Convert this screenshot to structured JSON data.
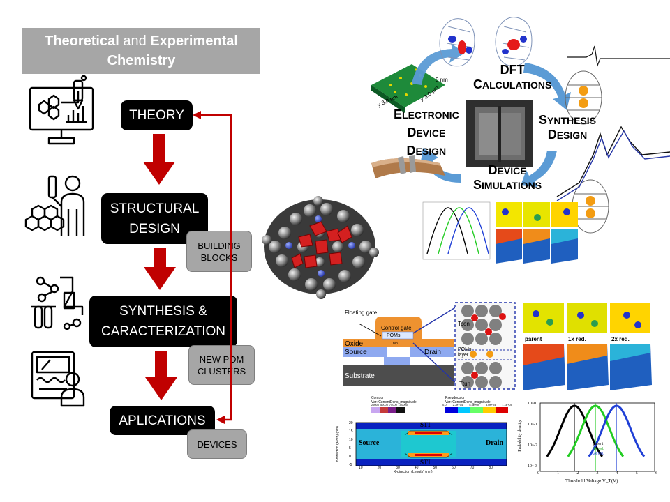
{
  "title": {
    "bold1": "Theoretical",
    "mid": "and",
    "bold2": "Experimental",
    "line2": "Chemistry"
  },
  "stages": [
    {
      "id": "theory",
      "label": "THEORY"
    },
    {
      "id": "structural",
      "line1": "STRUCTURAL",
      "line2": "DESIGN"
    },
    {
      "id": "synthesis",
      "line1": "SYNTHESIS &",
      "line2": "CARACTERIZATION"
    },
    {
      "id": "aplications",
      "label": "APLICATIONS"
    }
  ],
  "tags": [
    {
      "line1": "BUILDING",
      "line2": "BLOCKS"
    },
    {
      "line1": "NEW POM",
      "line2": "CLUSTERS"
    },
    {
      "line1": "DEVICES"
    }
  ],
  "cycle": {
    "dft": {
      "line1": "DFT",
      "line2a": "C",
      "line2b": "ALCULATIONS"
    },
    "synthesis": {
      "l1a": "S",
      "l1b": "YNTHESIS",
      "l2a": "D",
      "l2b": "ESIGN"
    },
    "device_sim": {
      "l1a": "D",
      "l1b": "EVICE",
      "l2a": "S",
      "l2b": "IMULATIONS"
    },
    "electronic": {
      "l1a": "E",
      "l1b": "LECTRONIC",
      "l2a": "D",
      "l2b": "EVICE",
      "l3a": "D",
      "l3b": "ESIGN"
    }
  },
  "afm": {
    "nm": "0 nm",
    "x": "x 3.0 µm",
    "y": "y 3.0 µm"
  },
  "device": {
    "floating_gate": "Floating gate",
    "control_gate": "Control gate",
    "oxide": "Oxide",
    "poms": "POMs",
    "thin": "Thin",
    "source": "Source",
    "drain": "Drain",
    "substrate": "Substrate",
    "tcon": "Tcon",
    "poms_layer1": "POMs",
    "poms_layer2": "layer",
    "ttun": "Ttun"
  },
  "maps": {
    "labels": [
      "parent",
      "1x red.",
      "2x red."
    ]
  },
  "simulation": {
    "sti": "STI",
    "source": "Source",
    "drain": "Drain",
    "xlabel": "X-direction (Length) (nm)",
    "ylabel": "Y-direction (width) (nm)",
    "contour_title": "Contour",
    "contour_var": "Var: CurrentDens_magnitude",
    "contour_ticks": [
      "25000",
      "50000",
      "75000",
      "100000"
    ],
    "pseudo_title": "Pseudocolor",
    "pseudo_var": "Var: CurrentDens_magnitude",
    "pseudo_ticks": [
      "0.0",
      "2.7e+04",
      "5.3e+04",
      "8.0e+04",
      "1.1e+05"
    ],
    "x_ticks": [
      "10",
      "20",
      "30",
      "40",
      "50",
      "60",
      "70",
      "80"
    ],
    "y_ticks": [
      "20",
      "15",
      "10",
      "5",
      "0",
      "-5"
    ]
  },
  "chart_data": {
    "type": "line",
    "xlabel": "Threshold Voltage V_T(V)",
    "ylabel": "Probability density",
    "xlim": [
      0,
      6
    ],
    "x_ticks": [
      "0",
      "1",
      "2",
      "3",
      "4",
      "5",
      "6"
    ],
    "y_ticks": [
      "10^0",
      "10^-1",
      "10^-2",
      "10^-3"
    ],
    "log_y": true,
    "series": [
      {
        "name": "parent",
        "color": "#000000",
        "mean": 1.8
      },
      {
        "name": "1x red.",
        "color": "#22cc22",
        "mean": 2.9
      },
      {
        "name": "2x red.",
        "color": "#1f3fd6",
        "mean": 4.0
      }
    ]
  },
  "colors": {
    "accent_red": "#c00000",
    "stage_bg": "#000000",
    "tag_bg": "#a6a6a6",
    "cycle_arrow": "#5b9bd5"
  }
}
